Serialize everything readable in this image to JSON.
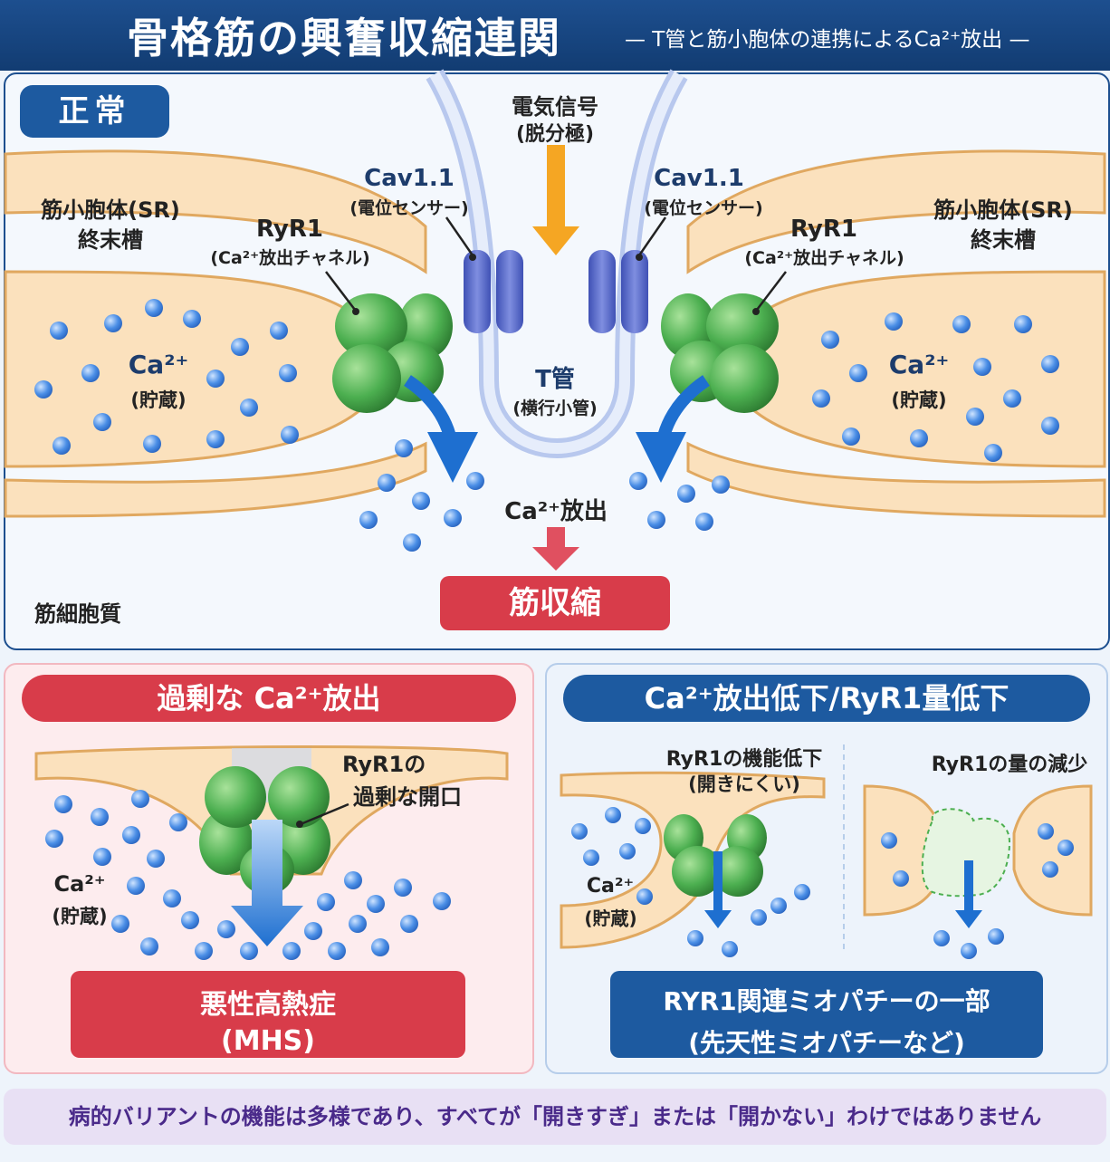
{
  "header": {
    "title": "骨格筋の興奮収縮連関",
    "subtitle": "— T管と筋小胞体の連携によるCa²⁺放出 —"
  },
  "normal": {
    "badge": "正常",
    "signal_line1": "電気信号",
    "signal_line2": "(脱分極)",
    "cav_label": "Cav1.1",
    "cav_sub": "(電位センサー)",
    "ryr_label": "RyR1",
    "ryr_sub": "(Ca²⁺放出チャネル)",
    "sr_line1": "筋小胞体(SR)",
    "sr_line2": "終末槽",
    "ca_label": "Ca²⁺",
    "ca_sub": "(貯蔵)",
    "ttube_label": "T管",
    "ttube_sub": "(横行小管)",
    "release_label": "Ca²⁺放出",
    "contraction": "筋収縮",
    "cytoplasm": "筋細胞質"
  },
  "excess": {
    "header": "過剰な Ca²⁺放出",
    "ryr_line1": "RyR1の",
    "ryr_line2": "過剰な開口",
    "ca_label": "Ca²⁺",
    "ca_sub": "(貯蔵)",
    "result_line1": "悪性高熱症",
    "result_line2": "(MHS)"
  },
  "reduced": {
    "header": "Ca²⁺放出低下/RyR1量低下",
    "func_line1": "RyR1の機能低下",
    "func_line2": "(開きにくい)",
    "amount_label": "RyR1の量の減少",
    "ca_label": "Ca²⁺",
    "ca_sub": "(貯蔵)",
    "result_line1": "RYR1関連ミオパチーの一部",
    "result_line2": "(先天性ミオパチーなど)"
  },
  "footer": "病的バリアントの機能は多様であり、すべてが「開きすぎ」または「開かない」わけではありません",
  "colors": {
    "navy": "#1d4f8f",
    "red": "#d83c4a",
    "sr_fill": "#fbe1bd",
    "sr_stroke": "#e0a860",
    "ryr_green": "#4caf50",
    "cav_blue": "#5568c8",
    "ca_dot": "#4a8ee6",
    "arrow_orange": "#f5a623"
  }
}
